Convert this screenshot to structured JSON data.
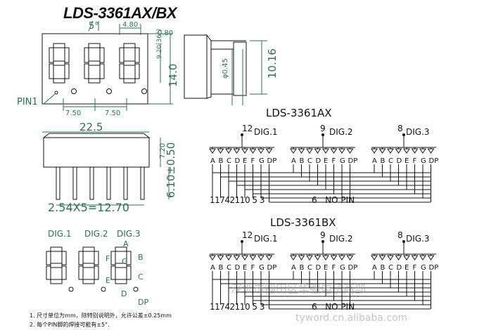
{
  "title": "LDS-3361AX/BX",
  "dims": {
    "top_angle": "5°",
    "w480": "4.80",
    "w080": "0.80",
    "h920": "9.20(36°)",
    "h140": "14.0",
    "pin1": "PIN1",
    "p750a": "7.50",
    "p750b": "7.50",
    "w225": "22.5",
    "h720": "7.20",
    "h610": "6.10±0.50",
    "pitch": "2.54X5=12.70",
    "side_h": "10.16",
    "side_d": "φ0.45"
  },
  "front_labels": {
    "dig1": "DIG.1",
    "dig2": "DIG.2",
    "dig3": "DIG.3",
    "A": "A",
    "B": "B",
    "C": "C",
    "D": "D",
    "E": "E",
    "F": "F",
    "G": "G",
    "DP": "DP"
  },
  "circuit_ax": {
    "name": "LDS-3361AX",
    "dig1_pin": "12",
    "dig1": "DIG.1",
    "dig2_pin": "9",
    "dig2": "DIG.2",
    "dig3_pin": "8",
    "dig3": "DIG.3",
    "segments": [
      "A",
      "B",
      "C",
      "D",
      "E",
      "F",
      "G",
      "DP"
    ],
    "pins": "11742110 5 3",
    "nopin": "6   NO PIN"
  },
  "circuit_bx": {
    "name": "LDS-3361BX",
    "dig1_pin": "12",
    "dig1": "DIG.1",
    "dig2_pin": "9",
    "dig2": "DIG.2",
    "dig3_pin": "8",
    "dig3": "DIG.3",
    "segments": [
      "A",
      "B",
      "C",
      "D",
      "E",
      "F",
      "G",
      "DP"
    ],
    "pins": "11742110 5 3",
    "nopin": "6   NO PIN"
  },
  "notes": {
    "n1": "1. 尺寸单位为mm，除特别说明外，允许公差±0.25mm",
    "n2": "2. 每个PIN脚的焊接可能有±5°."
  },
  "watermark": {
    "line1": "深圳市福田区华强电子商部",
    "line2": "tyword.cn.alibaba.com"
  }
}
